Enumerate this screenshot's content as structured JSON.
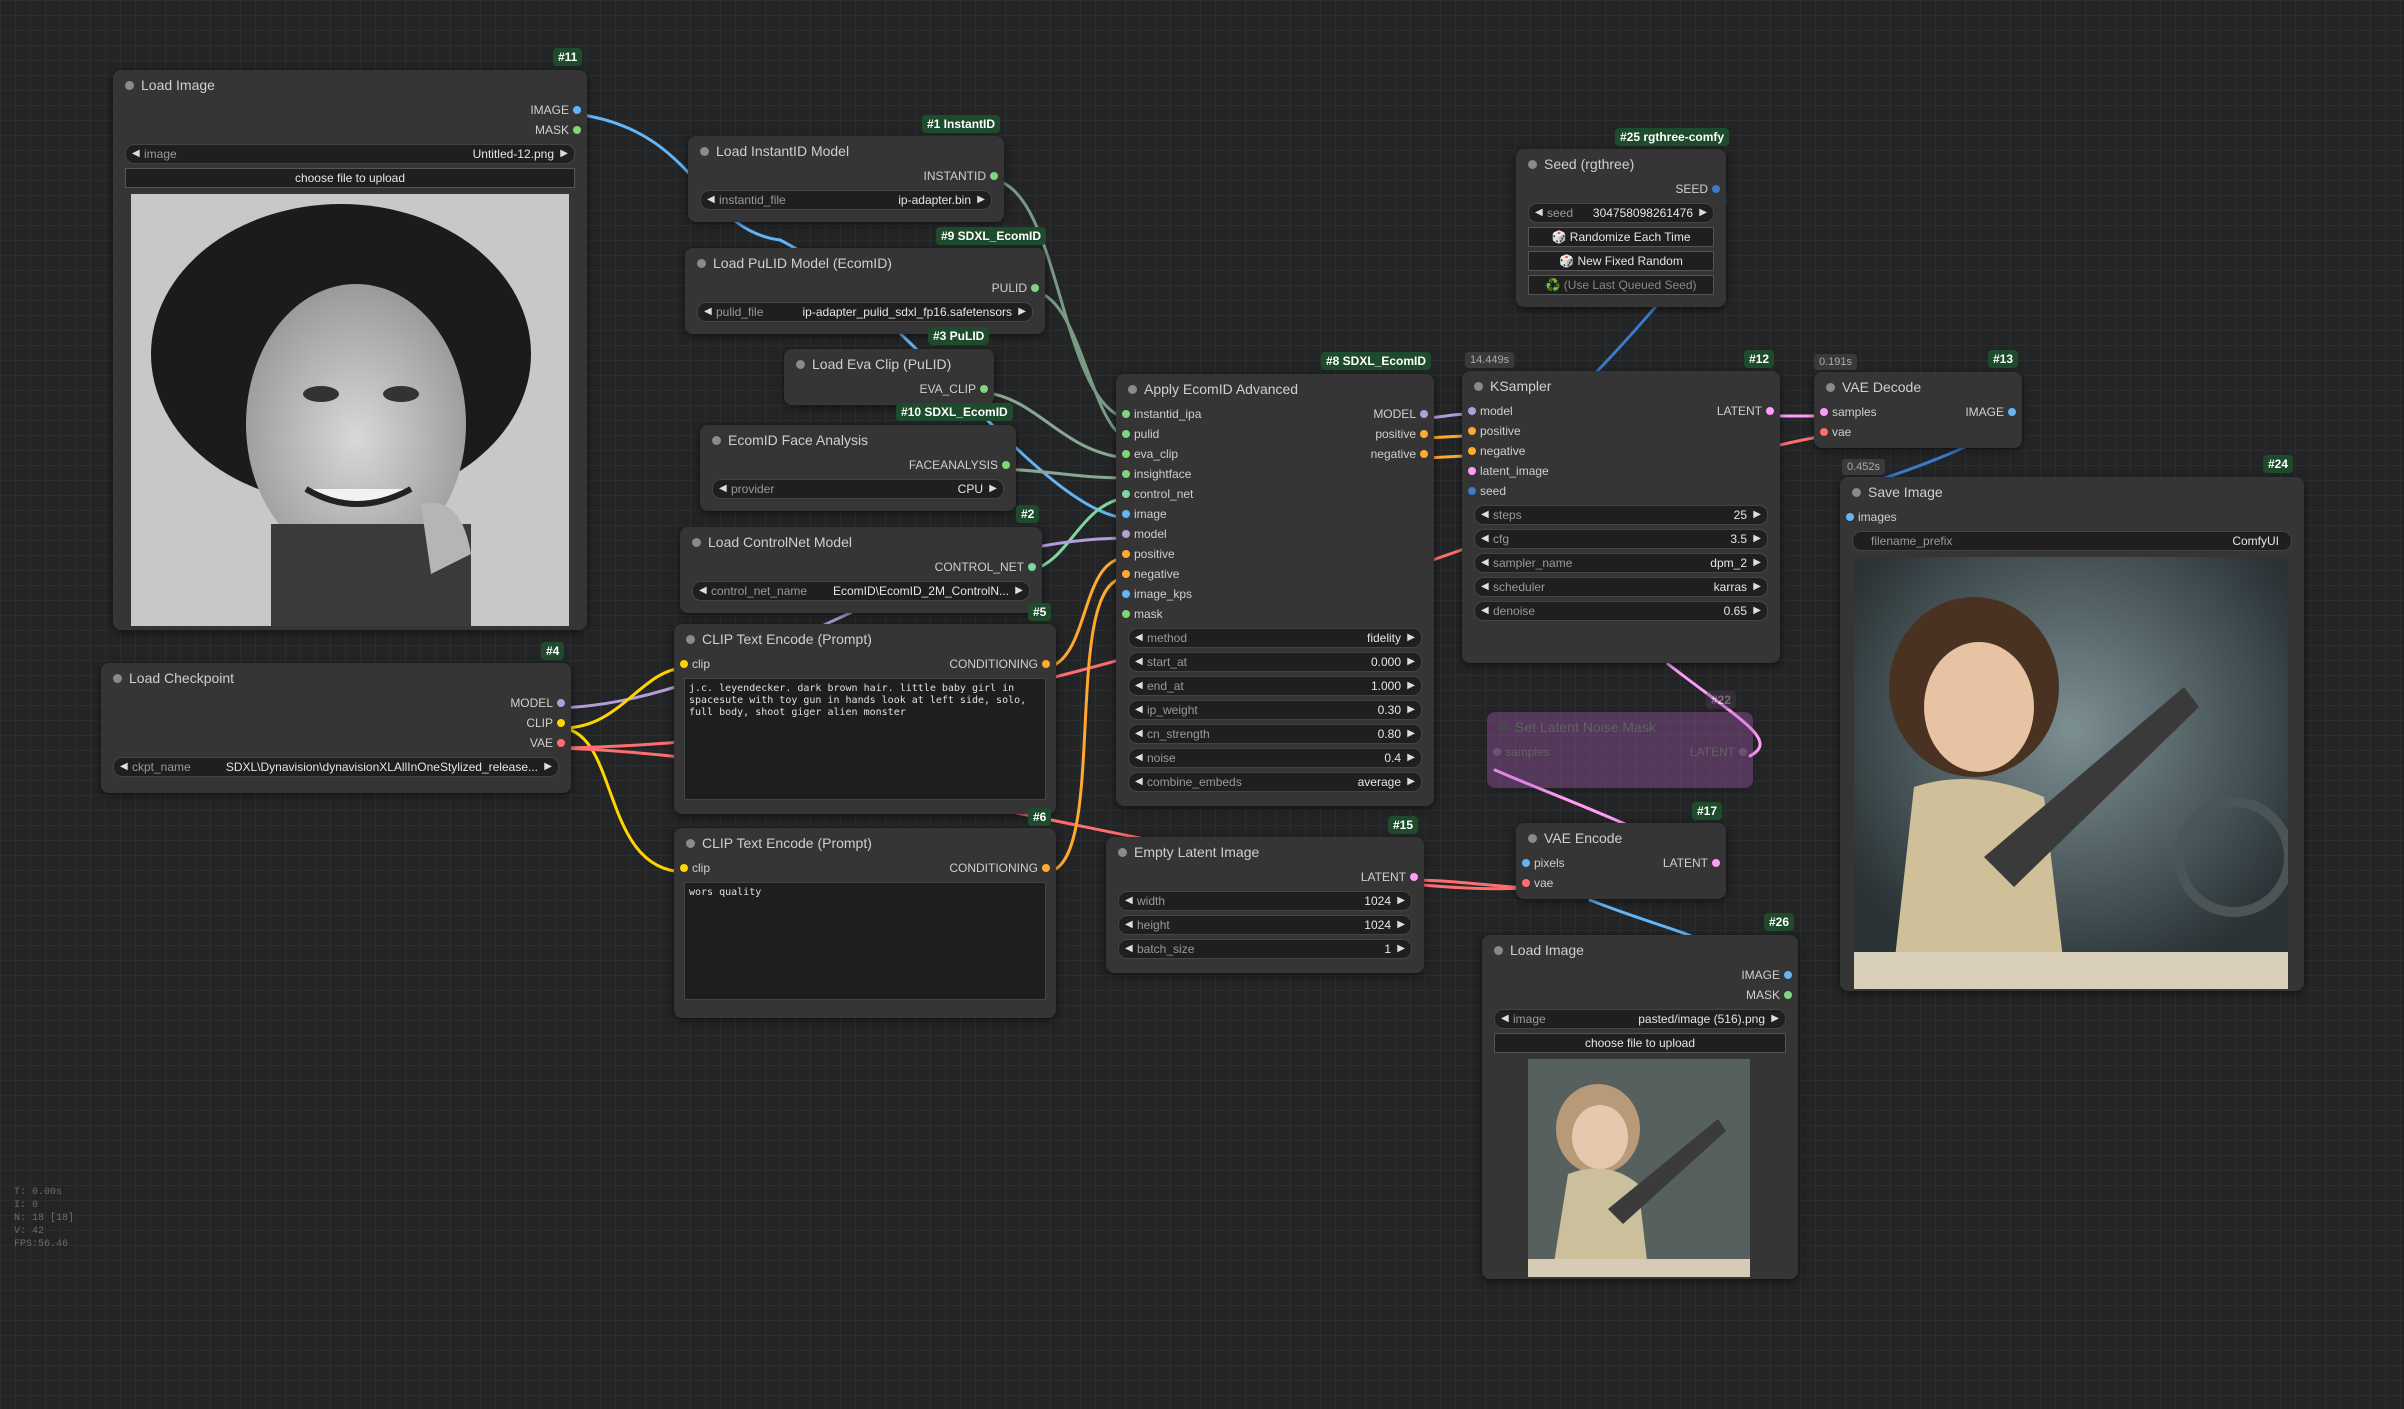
{
  "nodes": {
    "load_image_1": {
      "badge": "#11",
      "title": "Load Image",
      "outputs": [
        "IMAGE",
        "MASK"
      ],
      "image_label": "image",
      "image_value": "Untitled-12.png",
      "upload_label": "choose file to upload"
    },
    "instantid_model": {
      "badge": "#1 InstantID",
      "title": "Load InstantID Model",
      "output": "INSTANTID",
      "file_label": "instantid_file",
      "file_value": "ip-adapter.bin"
    },
    "pulid_model": {
      "badge": "#9 SDXL_EcomID",
      "title": "Load PuLID Model (EcomID)",
      "output": "PULID",
      "file_label": "pulid_file",
      "file_value": "ip-adapter_pulid_sdxl_fp16.safetensors"
    },
    "eva_clip": {
      "badge": "#3 PuLID",
      "title": "Load Eva Clip (PuLID)",
      "output": "EVA_CLIP"
    },
    "face_analysis": {
      "badge": "#10 SDXL_EcomID",
      "title": "EcomID Face Analysis",
      "output": "FACEANALYSIS",
      "provider_label": "provider",
      "provider_value": "CPU"
    },
    "controlnet": {
      "badge": "#2",
      "title": "Load ControlNet Model",
      "output": "CONTROL_NET",
      "name_label": "control_net_name",
      "name_value": "EcomID\\EcomID_2M_ControlN..."
    },
    "checkpoint": {
      "badge": "#4",
      "title": "Load Checkpoint",
      "outputs": [
        "MODEL",
        "CLIP",
        "VAE"
      ],
      "ckpt_label": "ckpt_name",
      "ckpt_value": "SDXL\\Dynavision\\dynavisionXLAllInOneStylized_release..."
    },
    "clip_pos": {
      "badge": "#5",
      "title": "CLIP Text Encode (Prompt)",
      "input": "clip",
      "output": "CONDITIONING",
      "text": "j.c. leyendecker. dark brown hair. little baby girl in spacesute with toy gun in hands look at left side, solo, full body, shoot giger alien monster"
    },
    "clip_neg": {
      "badge": "#6",
      "title": "CLIP Text Encode (Prompt)",
      "input": "clip",
      "output": "CONDITIONING",
      "text": "wors quality"
    },
    "ecomid": {
      "badge": "#8 SDXL_EcomID",
      "title": "Apply EcomID Advanced",
      "inputs": [
        "instantid_ipa",
        "pulid",
        "eva_clip",
        "insightface",
        "control_net",
        "image",
        "model",
        "positive",
        "negative",
        "image_kps",
        "mask"
      ],
      "outputs": [
        "MODEL",
        "positive",
        "negative"
      ],
      "widgets": [
        {
          "n": "method",
          "v": "fidelity"
        },
        {
          "n": "start_at",
          "v": "0.000"
        },
        {
          "n": "end_at",
          "v": "1.000"
        },
        {
          "n": "ip_weight",
          "v": "0.30"
        },
        {
          "n": "cn_strength",
          "v": "0.80"
        },
        {
          "n": "noise",
          "v": "0.4"
        },
        {
          "n": "combine_embeds",
          "v": "average"
        }
      ]
    },
    "seed": {
      "badge": "#25 rgthree-comfy",
      "title": "Seed (rgthree)",
      "output": "SEED",
      "seed_label": "seed",
      "seed_value": "304758098261476",
      "btn1": "🎲 Randomize Each Time",
      "btn2": "🎲 New Fixed Random",
      "btn3": "♻️ (Use Last Queued Seed)"
    },
    "ksampler": {
      "badge": "#12",
      "timing": "14.449s",
      "title": "KSampler",
      "inputs": [
        "model",
        "positive",
        "negative",
        "latent_image",
        "seed"
      ],
      "output": "LATENT",
      "widgets": [
        {
          "n": "steps",
          "v": "25"
        },
        {
          "n": "cfg",
          "v": "3.5"
        },
        {
          "n": "sampler_name",
          "v": "dpm_2"
        },
        {
          "n": "scheduler",
          "v": "karras"
        },
        {
          "n": "denoise",
          "v": "0.65"
        }
      ]
    },
    "vae_decode": {
      "badge": "#13",
      "timing": "0.191s",
      "title": "VAE Decode",
      "inputs": [
        "samples",
        "vae"
      ],
      "output": "IMAGE"
    },
    "save_image": {
      "badge": "#24",
      "timing": "0.452s",
      "title": "Save Image",
      "input": "images",
      "prefix_label": "filename_prefix",
      "prefix_value": "ComfyUI"
    },
    "latent_mask": {
      "badge": "#22",
      "title": "Set Latent Noise Mask",
      "input": "samples",
      "output": "LATENT"
    },
    "vae_encode": {
      "badge": "#17",
      "title": "VAE Encode",
      "inputs": [
        "pixels",
        "vae"
      ],
      "output": "LATENT"
    },
    "empty_latent": {
      "badge": "#15",
      "title": "Empty Latent Image",
      "output": "LATENT",
      "widgets": [
        {
          "n": "width",
          "v": "1024"
        },
        {
          "n": "height",
          "v": "1024"
        },
        {
          "n": "batch_size",
          "v": "1"
        }
      ]
    },
    "load_image_2": {
      "badge": "#26",
      "title": "Load Image",
      "outputs": [
        "IMAGE",
        "MASK"
      ],
      "image_label": "image",
      "image_value": "pasted/image (516).png",
      "upload_label": "choose file to upload"
    }
  },
  "stats": [
    "T: 0.00s",
    "I: 0",
    "N: 18 [18]",
    "V: 42",
    "FPS:56.46"
  ],
  "colors": {
    "model": "#b39ddb",
    "clip": "#ffd500",
    "vae": "#ff6e6e",
    "conditioning": "#ffa931",
    "latent": "#ff9cf9",
    "image": "#64b5f6",
    "green": "#7ed67e"
  }
}
